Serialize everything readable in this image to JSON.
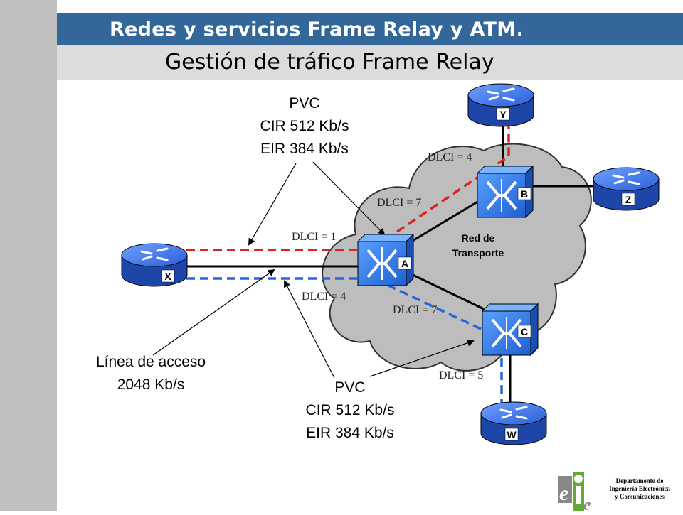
{
  "header": {
    "title": "Redes y servicios Frame Relay y ATM."
  },
  "slide": {
    "title": "Gestión de tráfico Frame Relay"
  },
  "network": {
    "cloud_label_line1": "Red de",
    "cloud_label_line2": "Transporte"
  },
  "routers": {
    "x": "X",
    "y": "Y",
    "z": "Z",
    "w": "W"
  },
  "switches": {
    "a": "A",
    "b": "B",
    "c": "C"
  },
  "dlci": {
    "a_x_red": "DLCI = 1",
    "a_x_blue": "DLCI = 4",
    "b_from_a": "DLCI = 7",
    "b_to_y": "DLCI = 4",
    "c_from_a": "DLCI = 7",
    "c_to_w": "DLCI = 5"
  },
  "pvc_top": {
    "line1": "PVC",
    "line2": "CIR 512 Kb/s",
    "line3": "EIR 384 Kb/s"
  },
  "pvc_bottom": {
    "line1": "PVC",
    "line2": "CIR 512 Kb/s",
    "line3": "EIR 384 Kb/s"
  },
  "access_line": {
    "line1": "Línea de acceso",
    "line2": "2048 Kb/s"
  },
  "footer": {
    "dept_line1": "Departamento de",
    "dept_line2": "Ingeniería Electrónica",
    "dept_line3": "y Comunicaciones"
  },
  "colors": {
    "header": "#336699",
    "subheader": "#dcdcdc",
    "router": "#3366cc",
    "switch": "#2a6ed6",
    "pvc_red": "#dd2222",
    "pvc_blue": "#2266dd",
    "cloud": "#bdbdbd"
  },
  "icons": {
    "router": "router-icon",
    "switch": "frame-relay-switch-icon",
    "logo": "eie-logo"
  }
}
